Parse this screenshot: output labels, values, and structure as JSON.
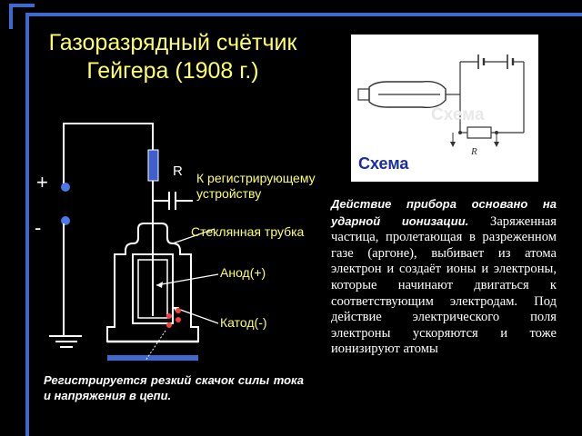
{
  "slide": {
    "title": "Газоразрядный счётчик Гейгера (1908 г.)",
    "scheme_ghost": "Схема",
    "scheme_label": "Схема",
    "scheme_resistor": "R",
    "resistor_label": "R",
    "plus": "+",
    "minus": "-",
    "label_recorder": "К регистрирующему устройству",
    "label_tube": "Стеклянная трубка",
    "label_anode": "Анод(+)",
    "label_cathode": "Катод(-)",
    "desc_lead": "Действие прибора основано на ударной ионизации.",
    "desc_body": " Заряженная частица, пролетающая в разреженном газе (аргоне), выбивает из атома электрон и создаёт ионы и электроны, которые начинают двигаться к соответствующим электродам. Под действие электрического поля электроны ускоряются и тоже ионизируют атомы",
    "bottom_note": "Регистрируется резкий скачок силы тока и напряжения в цепи."
  },
  "colors": {
    "frame": "#3e6ad0",
    "title": "#ffff66",
    "scheme_label": "#1a2f9e",
    "particle": "#ff3b3b"
  }
}
